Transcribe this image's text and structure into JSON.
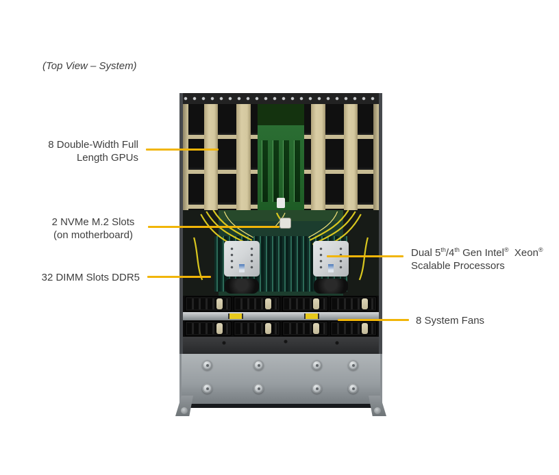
{
  "title": "(Top View – System)",
  "callouts": {
    "gpu": {
      "line1": "8 Double-Width Full",
      "line2": "Length GPUs"
    },
    "nvme": {
      "line1": "2 NVMe M.2 Slots",
      "line2": "(on motherboard)"
    },
    "cpu": {
      "seg1": "Dual 5",
      "sup1": "th",
      "seg2": "/4",
      "sup2": "th",
      "seg3": " Gen Intel",
      "sup3": "®",
      "seg4": "  Xeon",
      "sup4": "®",
      "line2": "Scalable Processors"
    },
    "dimm": {
      "line1": "32 DIMM Slots DDR5"
    },
    "fans": {
      "line1": "8 System Fans"
    }
  },
  "colors": {
    "leader_line": "#F1B508",
    "label_text": "#3E3E3E",
    "gpu_card_tan": "#D9CDA5",
    "pcb_green": "#2B6E33",
    "heatsink_silver": "#D4D7D9",
    "front_plate_gray": "#979DA1",
    "cable_yellow": "#D9C71F",
    "fan_handle_beige": "#DCD4B6"
  }
}
